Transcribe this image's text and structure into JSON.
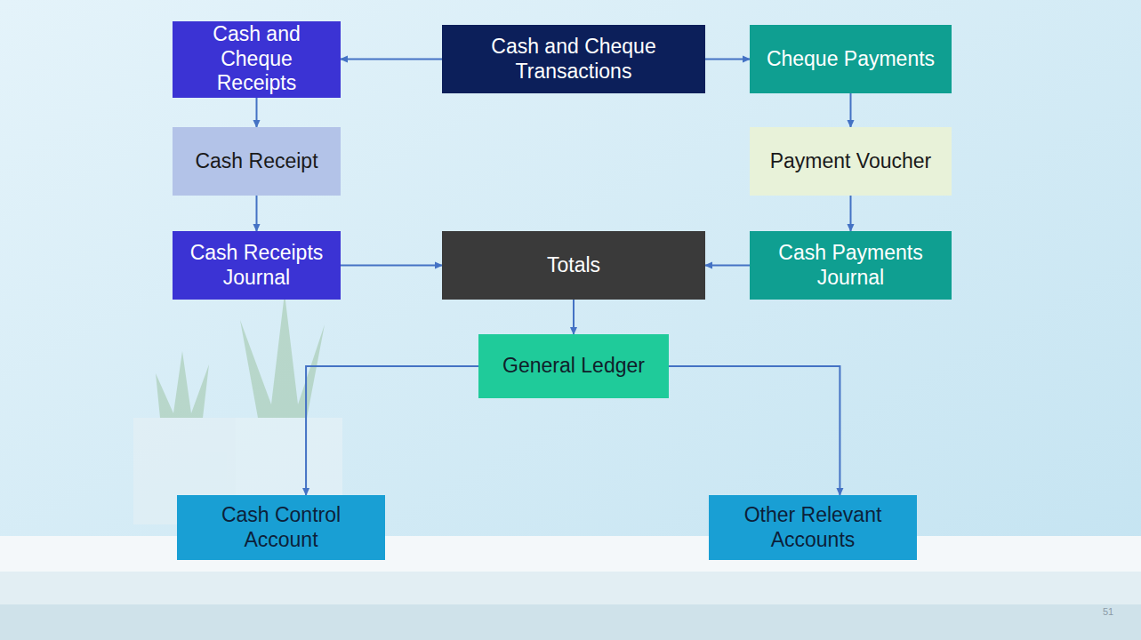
{
  "diagram": {
    "nodes": [
      {
        "text": [
          "Cash and Cheque Receipts"
        ]
      },
      {
        "text": [
          "Cash and Cheque Transactions"
        ]
      },
      {
        "text": [
          "Cheque Payments"
        ]
      },
      {
        "text": [
          "Cash Receipt"
        ]
      },
      {
        "text": [
          "Payment Voucher"
        ]
      },
      {
        "text": [
          "Cash Receipts Journal"
        ]
      },
      {
        "text": [
          "Totals"
        ]
      },
      {
        "text": [
          "Cash Payments Journal"
        ]
      },
      {
        "text": [
          "General Ledger"
        ]
      },
      {
        "text": [
          "Cash Control Account"
        ]
      },
      {
        "text": [
          "Other Relevant Accounts"
        ]
      }
    ],
    "edges": [
      {
        "from": 1,
        "to": 0,
        "arrow": "to"
      },
      {
        "from": 1,
        "to": 2,
        "arrow": "to"
      },
      {
        "from": 0,
        "to": 3,
        "arrow": "to"
      },
      {
        "from": 2,
        "to": 4,
        "arrow": "to"
      },
      {
        "from": 3,
        "to": 5,
        "arrow": "to"
      },
      {
        "from": 4,
        "to": 7,
        "arrow": "to"
      },
      {
        "from": 5,
        "to": 6,
        "arrow": "to"
      },
      {
        "from": 7,
        "to": 6,
        "arrow": "to"
      },
      {
        "from": 6,
        "to": 8,
        "arrow": "to"
      },
      {
        "from": 8,
        "to": 9,
        "arrow": "to"
      },
      {
        "from": 8,
        "to": 10,
        "arrow": "to"
      }
    ],
    "labels": [
      "51"
    ]
  }
}
